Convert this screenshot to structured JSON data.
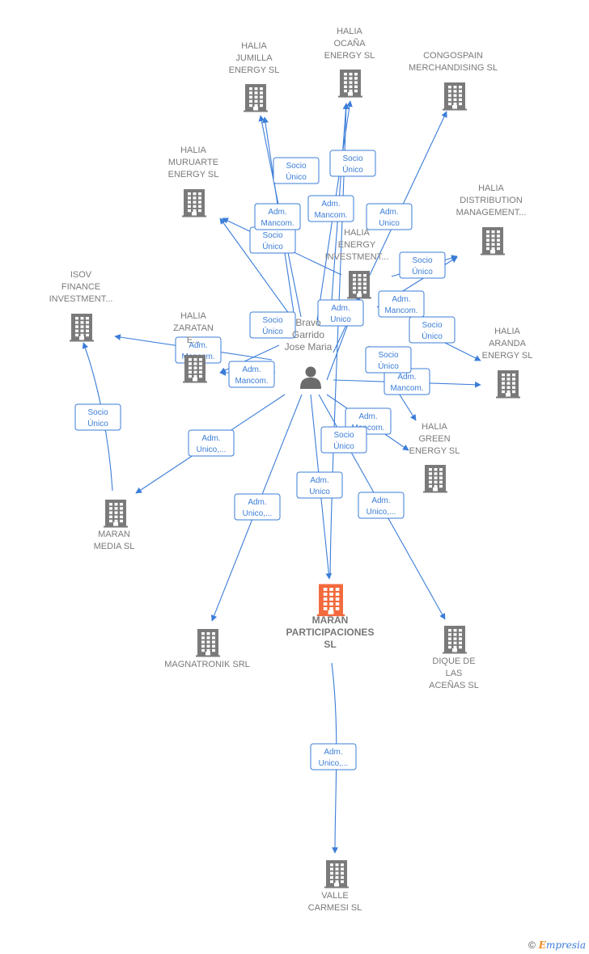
{
  "person": {
    "lines": [
      "Bravo",
      "Garrido",
      "Jose Maria"
    ]
  },
  "companies": [
    {
      "id": "jumilla",
      "lines": [
        "HALIA",
        "JUMILLA",
        "ENERGY  SL"
      ],
      "main": false
    },
    {
      "id": "ocana",
      "lines": [
        "HALIA",
        "OCAÑA",
        "ENERGY  SL"
      ],
      "main": false
    },
    {
      "id": "congospain",
      "lines": [
        "CONGOSPAIN",
        "MERCHANDISING SL"
      ],
      "main": false
    },
    {
      "id": "muruarte",
      "lines": [
        "HALIA",
        "MURUARTE",
        "ENERGY  SL"
      ],
      "main": false
    },
    {
      "id": "distribution",
      "lines": [
        "HALIA",
        "DISTRIBUTION",
        "MANAGEMENT..."
      ],
      "main": false
    },
    {
      "id": "energy_inv",
      "lines": [
        "HALIA",
        "ENERGY",
        "INVESTMENT..."
      ],
      "main": false
    },
    {
      "id": "isov",
      "lines": [
        "ISOV",
        "FINANCE",
        "INVESTMENT..."
      ],
      "main": false
    },
    {
      "id": "zaratan",
      "lines": [
        "HALIA",
        "ZARATAN",
        "E..."
      ],
      "main": false
    },
    {
      "id": "aranda",
      "lines": [
        "HALIA",
        "ARANDA",
        "ENERGY  SL"
      ],
      "main": false
    },
    {
      "id": "green",
      "lines": [
        "HALIA",
        "GREEN",
        "ENERGY  SL"
      ],
      "main": false
    },
    {
      "id": "maranmedia",
      "lines": [
        "MARAN",
        "MEDIA SL"
      ],
      "main": false
    },
    {
      "id": "maranpart",
      "lines": [
        "MARAN",
        "PARTICIPACIONES",
        "SL"
      ],
      "main": true
    },
    {
      "id": "magnatronik",
      "lines": [
        "MAGNATRONIK SRL"
      ],
      "main": false
    },
    {
      "id": "dique",
      "lines": [
        "DIQUE DE",
        "LAS",
        "ACEÑAS  SL"
      ],
      "main": false
    },
    {
      "id": "valle",
      "lines": [
        "VALLE",
        "CARMESI  SL"
      ],
      "main": false
    }
  ],
  "edges": [
    {
      "from": "person",
      "to": "jumilla",
      "lines": [
        "Socio",
        "Único"
      ]
    },
    {
      "from": "person",
      "to": "jumilla",
      "lines": [
        "Adm.",
        "Mancom."
      ]
    },
    {
      "from": "person",
      "to": "ocana",
      "lines": [
        "Socio",
        "Único"
      ]
    },
    {
      "from": "person",
      "to": "ocana",
      "lines": [
        "Adm.",
        "Mancom."
      ]
    },
    {
      "from": "person",
      "to": "congospain",
      "lines": [
        "Adm.",
        "Unico"
      ]
    },
    {
      "from": "person",
      "to": "muruarte",
      "lines": [
        "Socio",
        "Único"
      ]
    },
    {
      "from": "person",
      "to": "muruarte",
      "lines": [
        "Adm.",
        "Mancom."
      ]
    },
    {
      "from": "person",
      "to": "distribution",
      "lines": [
        "Socio",
        "Único"
      ]
    },
    {
      "from": "person",
      "to": "distribution",
      "lines": [
        "Adm.",
        "Mancom."
      ]
    },
    {
      "from": "person",
      "to": "energy_inv",
      "lines": [
        "Adm.",
        "Unico"
      ]
    },
    {
      "from": "person",
      "to": "zaratan",
      "lines": [
        "Socio",
        "Único"
      ]
    },
    {
      "from": "person",
      "to": "zaratan",
      "lines": [
        "Adm.",
        "Mancom."
      ]
    },
    {
      "from": "person",
      "to": "isov",
      "lines": [
        "Adm.",
        "Mancom."
      ]
    },
    {
      "from": "person",
      "to": "aranda",
      "lines": [
        "Socio",
        "Único"
      ]
    },
    {
      "from": "person",
      "to": "aranda",
      "lines": [
        "Adm.",
        "Mancom."
      ]
    },
    {
      "from": "person",
      "to": "green",
      "lines": [
        "Socio",
        "Único"
      ]
    },
    {
      "from": "person",
      "to": "green",
      "lines": [
        "Adm.",
        "Mancom."
      ]
    },
    {
      "from": "person",
      "to": "maranmedia",
      "lines": [
        "Adm.",
        "Unico,..."
      ]
    },
    {
      "from": "maranmedia",
      "to": "isov",
      "lines": [
        "Socio",
        "Único"
      ]
    },
    {
      "from": "person",
      "to": "maranpart",
      "lines": [
        "Adm.",
        "Unico"
      ]
    },
    {
      "from": "person",
      "to": "magnatronik",
      "lines": [
        "Adm.",
        "Unico,..."
      ]
    },
    {
      "from": "person",
      "to": "dique",
      "lines": [
        "Adm.",
        "Unico,..."
      ]
    },
    {
      "from": "maranpart",
      "to": "ocana",
      "lines": [
        "Socio",
        "Único"
      ]
    },
    {
      "from": "maranpart",
      "to": "valle",
      "lines": [
        "Adm.",
        "Unico,..."
      ]
    }
  ],
  "colors": {
    "edge": "#3b7dd8",
    "building": "#7a7a7a",
    "main_building": "#f26a3d",
    "person": "#6b6b6b"
  },
  "icons": {
    "company": "building-icon",
    "person": "person-icon"
  },
  "footer": {
    "copyright": "©",
    "brand_initial": "E",
    "brand_rest": "mpresia"
  }
}
